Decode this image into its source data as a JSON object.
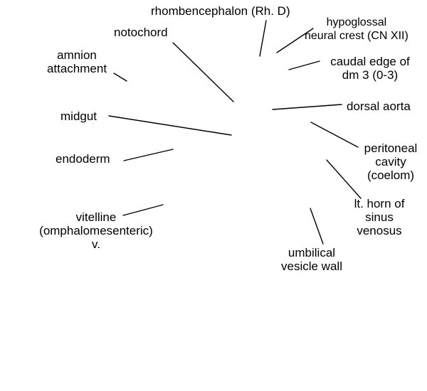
{
  "diagram": {
    "colors": {
      "background": "#ffffff",
      "ink": "#000000"
    },
    "labels": {
      "rhombencephalon": [
        "rhombencephalon (Rh. D)"
      ],
      "hypoglossal": [
        "hypoglossal",
        "neural crest (CN XII)"
      ],
      "notochord": [
        "notochord"
      ],
      "amnion": [
        "amnion",
        "attachment"
      ],
      "caudal_edge": [
        "caudal edge of",
        "dm 3 (0-3)"
      ],
      "dorsal_aorta": [
        "dorsal aorta"
      ],
      "midgut": [
        "midgut"
      ],
      "peritoneal": [
        "peritoneal",
        "cavity",
        "(coelom)"
      ],
      "endoderm": [
        "endoderm"
      ],
      "sinus_horn": [
        "lt. horn of",
        "sinus",
        "venosus"
      ],
      "vitelline": [
        "vitelline",
        "(omphalomesenteric)",
        "v."
      ],
      "umbilical": [
        "umbilical",
        "vesicle wall"
      ]
    }
  }
}
